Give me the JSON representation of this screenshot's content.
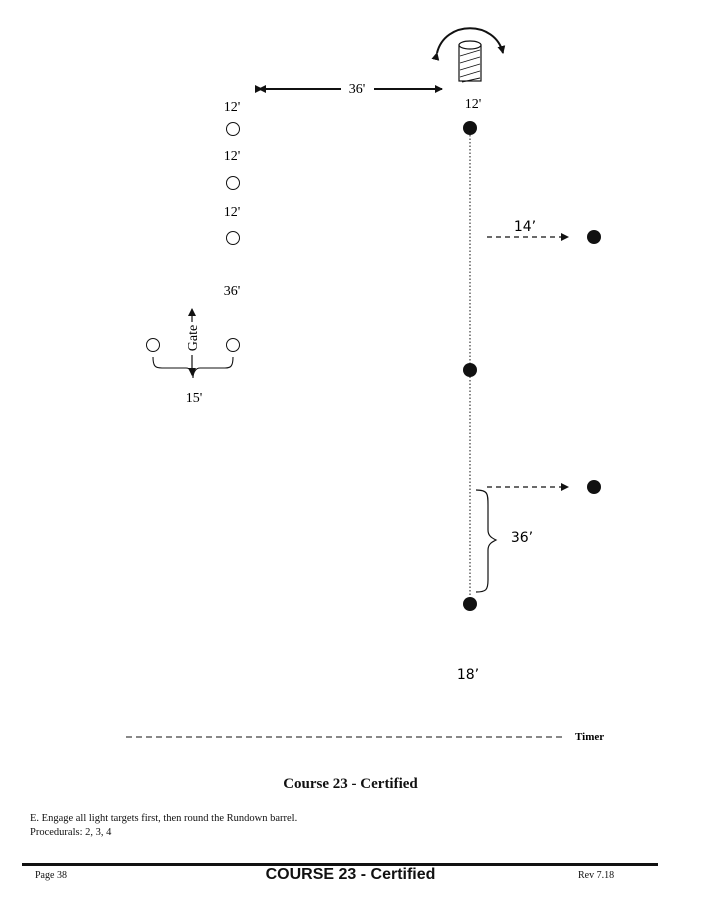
{
  "diagram": {
    "top_distance": "36'",
    "barrel_distance": "12'",
    "left_labels": [
      "12'",
      "12'",
      "12'",
      "36'"
    ],
    "gate_label": "Gate",
    "gate_width": "15'",
    "side_distance_1": "14’",
    "side_distance_2": "36’",
    "bottom_distance": "18’",
    "timer_label": "Timer"
  },
  "course": {
    "title": "Course 23 - Certified",
    "instruction": "E.   Engage all light targets first, then round the Rundown barrel.",
    "procedurals": "Procedurals:  2, 3, 4"
  },
  "footer": {
    "page": "Page 38",
    "title": "COURSE 23 - Certified",
    "revision": "Rev 7.18"
  }
}
